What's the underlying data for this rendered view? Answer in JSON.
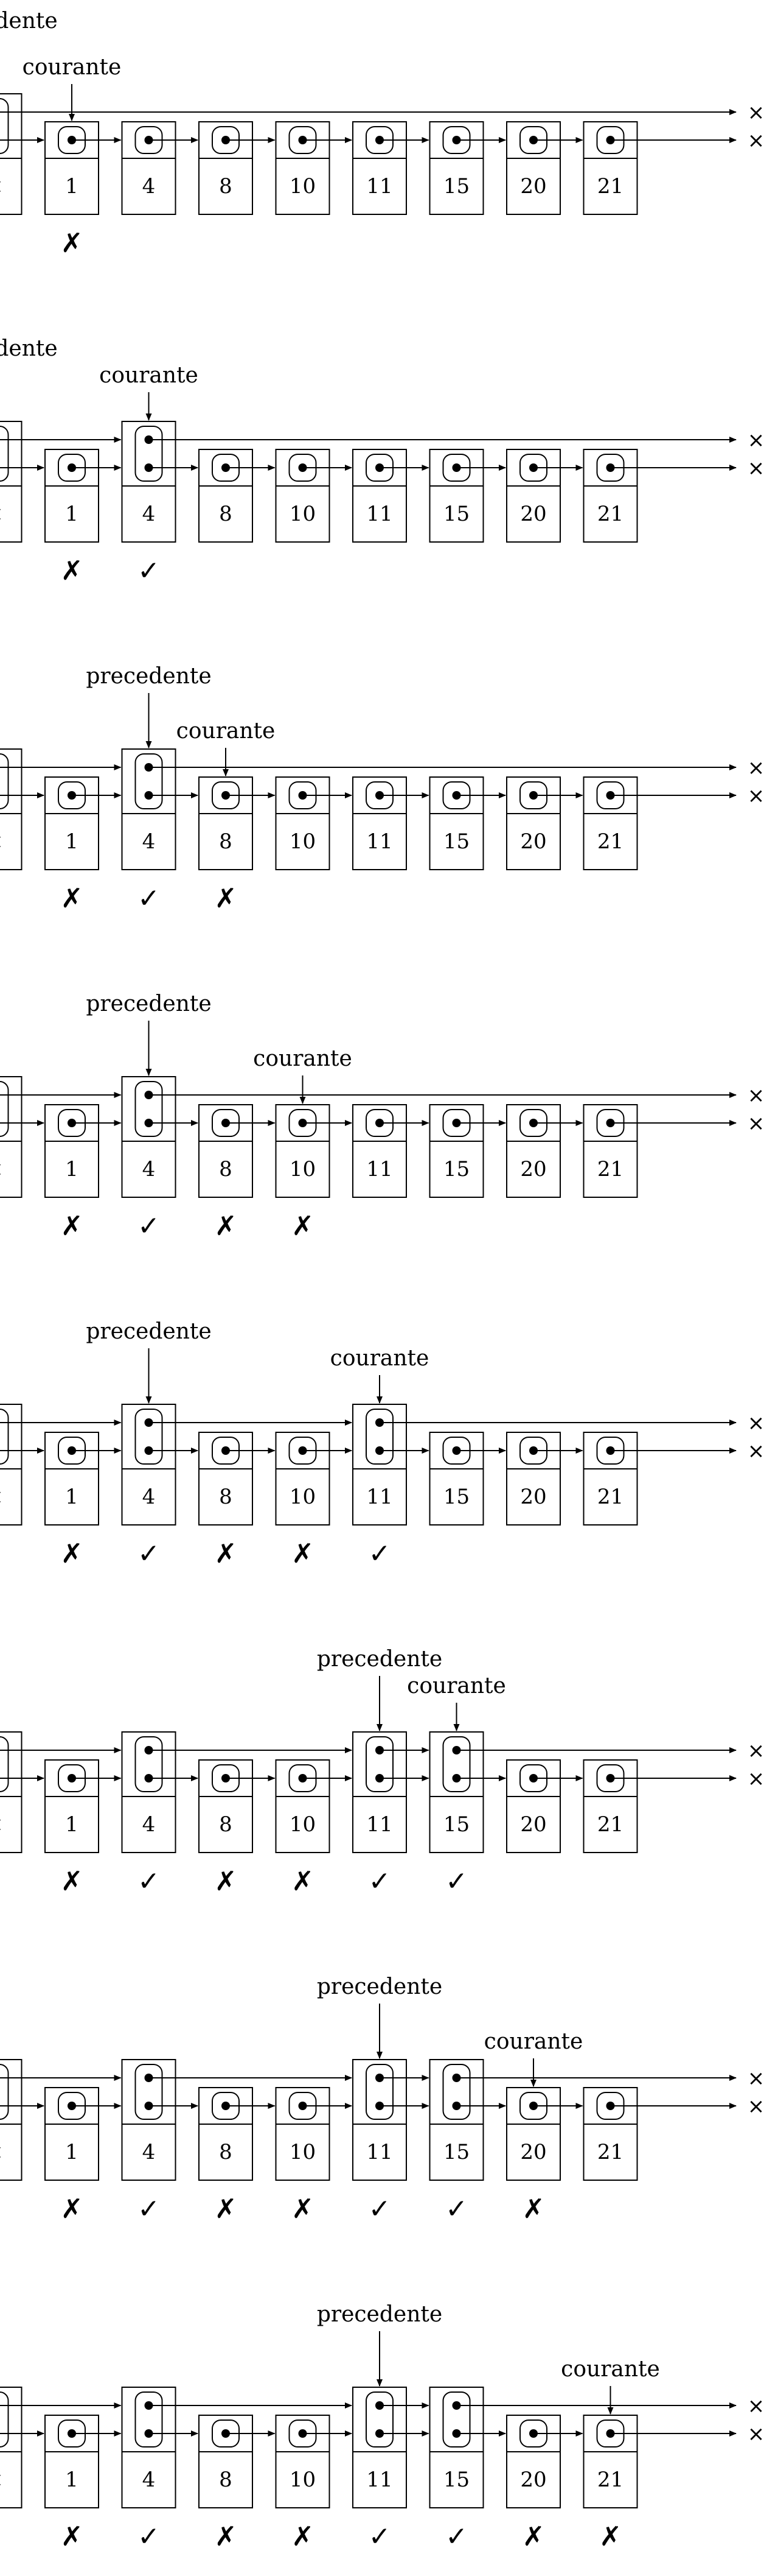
{
  "labels": {
    "prev": "precedente",
    "cur": "courante"
  },
  "null_symbol": "×",
  "head_value": "×",
  "values": [
    "1",
    "4",
    "8",
    "10",
    "11",
    "15",
    "20",
    "21"
  ],
  "symbols": {
    "fail": "✗",
    "pass": "✓"
  },
  "steps": [
    {
      "prev": -1,
      "cur": 0,
      "tall": [],
      "checks": [
        "fail"
      ]
    },
    {
      "prev": -1,
      "cur": 1,
      "tall": [
        1
      ],
      "checks": [
        "fail",
        "pass"
      ]
    },
    {
      "prev": 1,
      "cur": 2,
      "tall": [
        1
      ],
      "checks": [
        "fail",
        "pass",
        "fail"
      ]
    },
    {
      "prev": 1,
      "cur": 3,
      "tall": [
        1
      ],
      "checks": [
        "fail",
        "pass",
        "fail",
        "fail"
      ]
    },
    {
      "prev": 1,
      "cur": 4,
      "tall": [
        1,
        4
      ],
      "checks": [
        "fail",
        "pass",
        "fail",
        "fail",
        "pass"
      ]
    },
    {
      "prev": 4,
      "cur": 5,
      "tall": [
        1,
        4,
        5
      ],
      "checks": [
        "fail",
        "pass",
        "fail",
        "fail",
        "pass",
        "pass"
      ]
    },
    {
      "prev": 4,
      "cur": 6,
      "tall": [
        1,
        4,
        5
      ],
      "checks": [
        "fail",
        "pass",
        "fail",
        "fail",
        "pass",
        "pass",
        "fail"
      ]
    },
    {
      "prev": 4,
      "cur": 7,
      "tall": [
        1,
        4,
        5
      ],
      "checks": [
        "fail",
        "pass",
        "fail",
        "fail",
        "pass",
        "pass",
        "fail",
        "fail"
      ]
    }
  ]
}
